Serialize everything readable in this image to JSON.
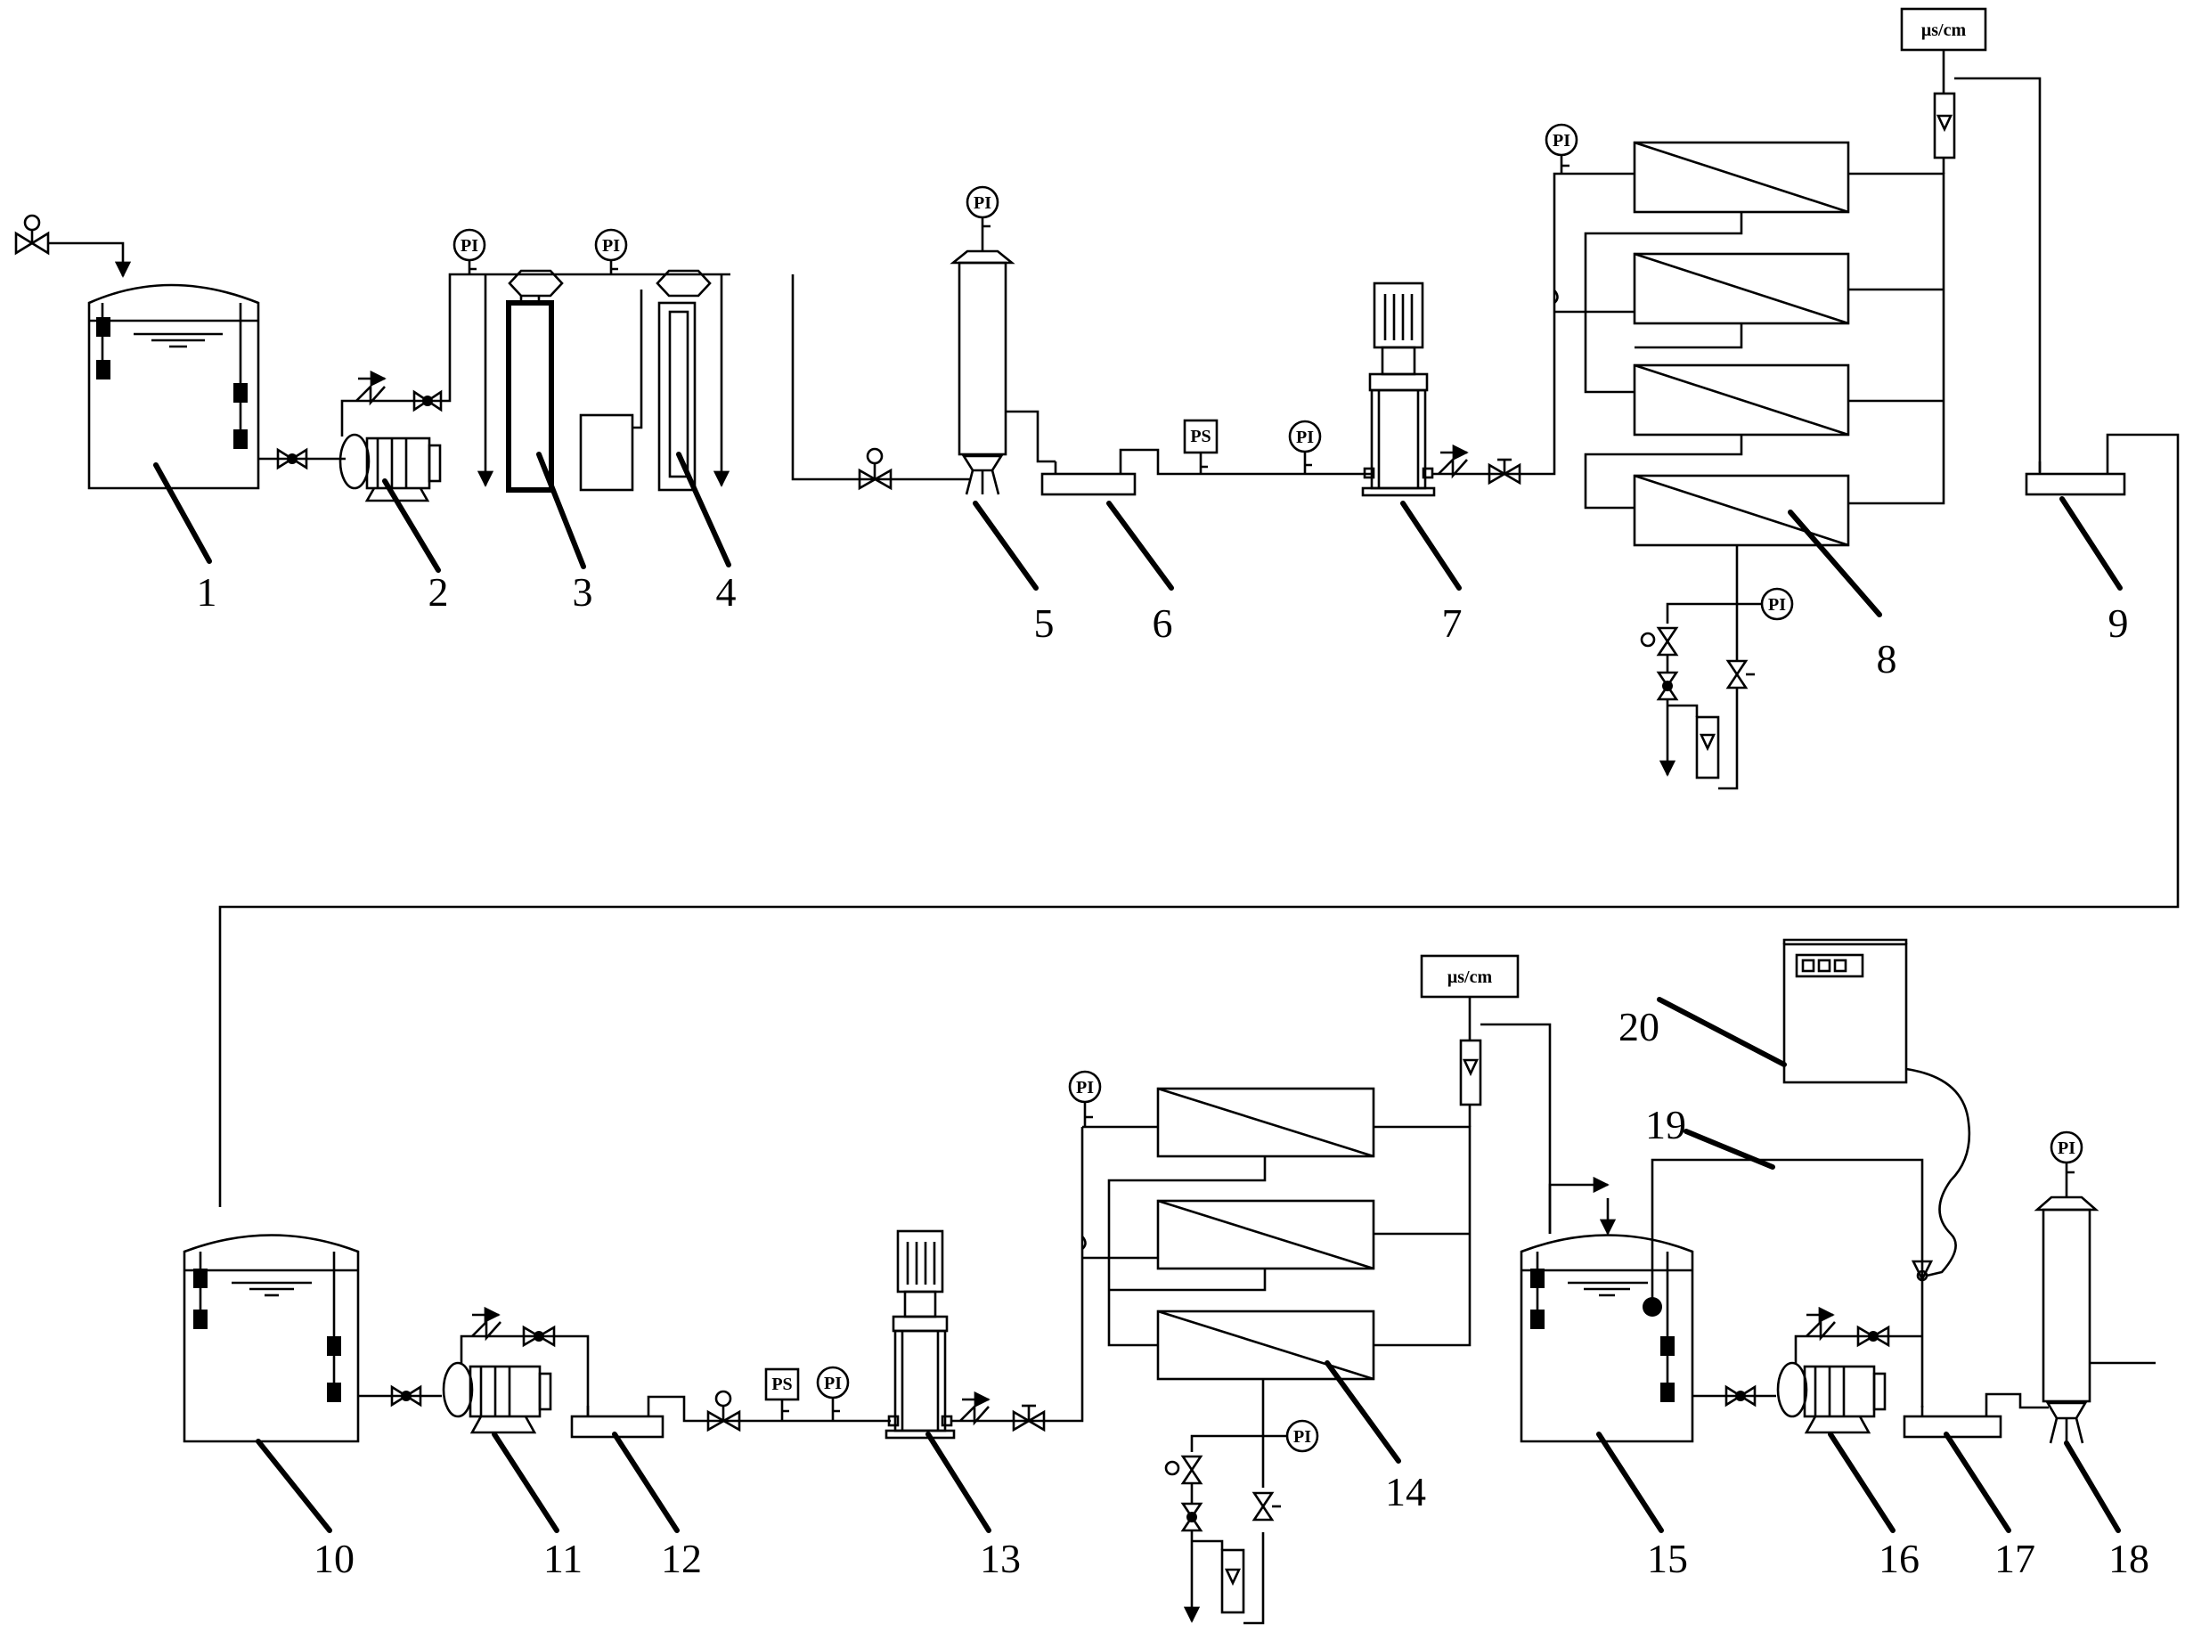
{
  "instrument_tags": {
    "pi": "PI",
    "ps": "PS",
    "conductivity": "μs/cm"
  },
  "component_labels": [
    "1",
    "2",
    "3",
    "4",
    "5",
    "6",
    "7",
    "8",
    "9",
    "10",
    "11",
    "12",
    "13",
    "14",
    "15",
    "16",
    "17",
    "18",
    "19",
    "20"
  ]
}
